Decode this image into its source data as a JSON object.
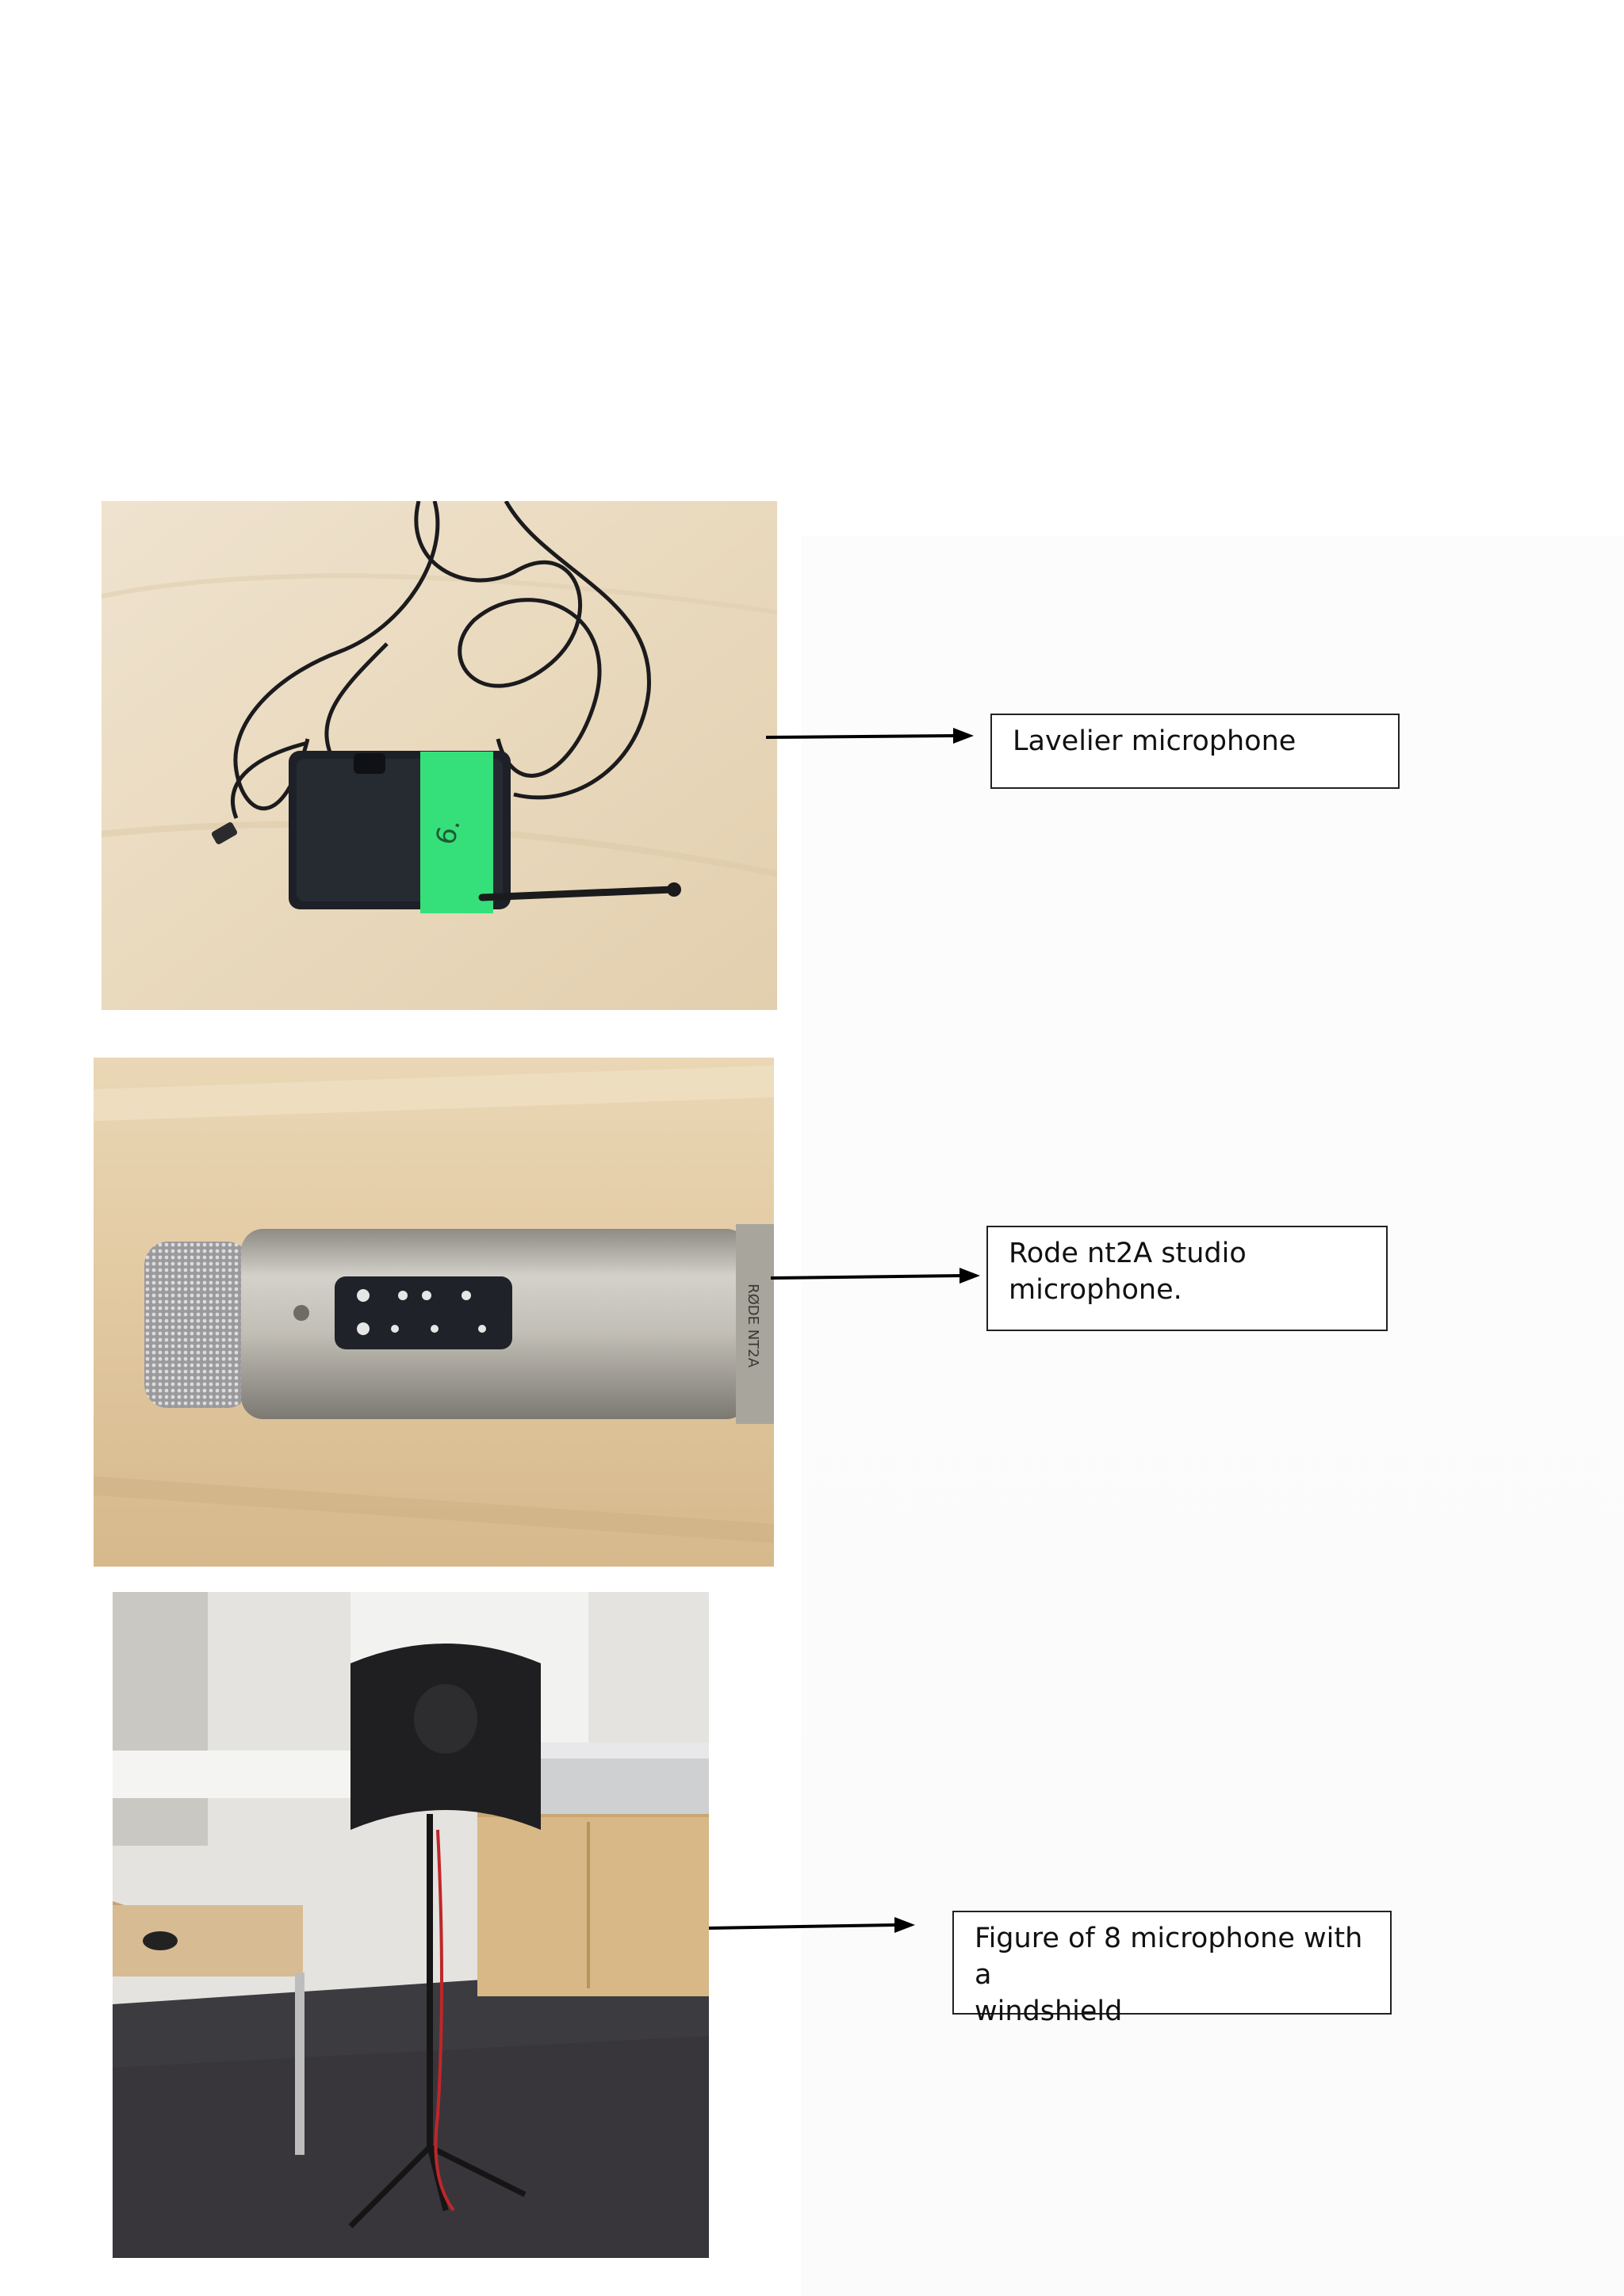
{
  "labels": {
    "lavalier": "Lavelier microphone",
    "rode_line1": "Rode nt2A studio",
    "rode_line2": "microphone.",
    "figure8_line1": "Figure of 8 microphone with a",
    "figure8_line2": "windshield"
  },
  "photo_text": {
    "tape_number": "6.",
    "mic_brand": "RØDE NT2A"
  },
  "colors": {
    "tape_green": "#35e07a",
    "transmitter_black": "#1d2127",
    "mic_silver": "#b9b6ae",
    "desk_wood": "#e8d5b6"
  }
}
